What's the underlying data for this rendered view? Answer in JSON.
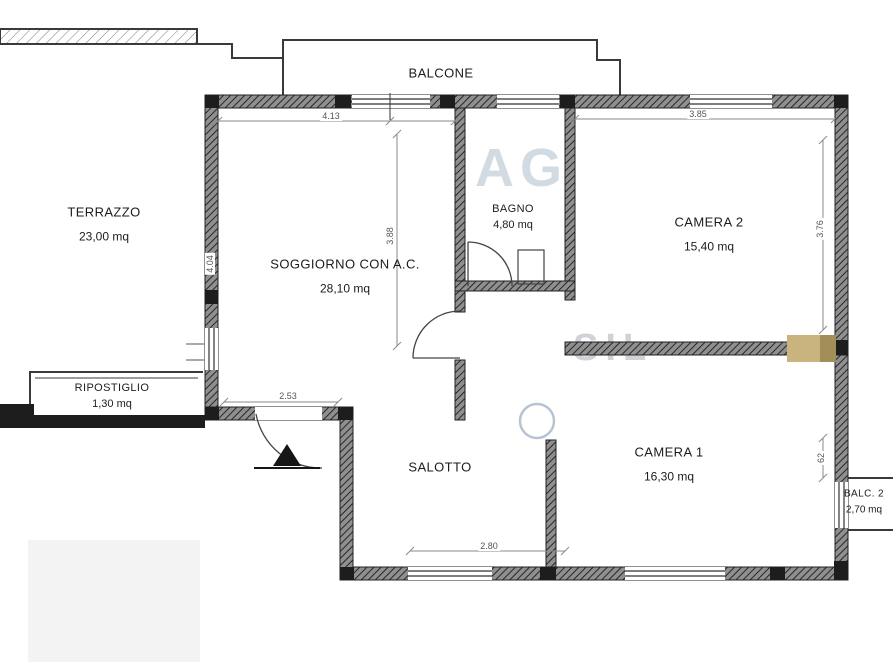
{
  "rooms": {
    "balcone": {
      "name": "BALCONE"
    },
    "terrazzo": {
      "name": "TERRAZZO",
      "area": "23,00 mq"
    },
    "soggiorno": {
      "name": "SOGGIORNO CON A.C.",
      "area": "28,10 mq"
    },
    "bagno": {
      "name": "BAGNO",
      "area": "4,80 mq"
    },
    "camera2": {
      "name": "CAMERA 2",
      "area": "15,40 mq"
    },
    "ripostiglio": {
      "name": "RIPOSTIGLIO",
      "area": "1,30 mq"
    },
    "salotto": {
      "name": "SALOTTO"
    },
    "camera1": {
      "name": "CAMERA 1",
      "area": "16,30 mq"
    },
    "balc2": {
      "name": "BALC. 2",
      "area": "2,70 mq"
    }
  },
  "dimensions": {
    "top_left": "4.13",
    "top_right": "3.85",
    "soggiorno_depth": "3.88",
    "left_wall": "4.04",
    "camera2_depth": "3.76",
    "entry_width": "2.53",
    "salotto_width": "2.80",
    "balc2_side": "62"
  },
  "watermark": {
    "top": "AG",
    "mid": "SIL"
  },
  "colors": {
    "wall_fill": "#8f8f8f",
    "wall_edge": "#1d1d1d",
    "thin_line": "#3a3a3a",
    "dim_line": "#8a8a8a",
    "watermark_tan": "#c9b37e"
  }
}
